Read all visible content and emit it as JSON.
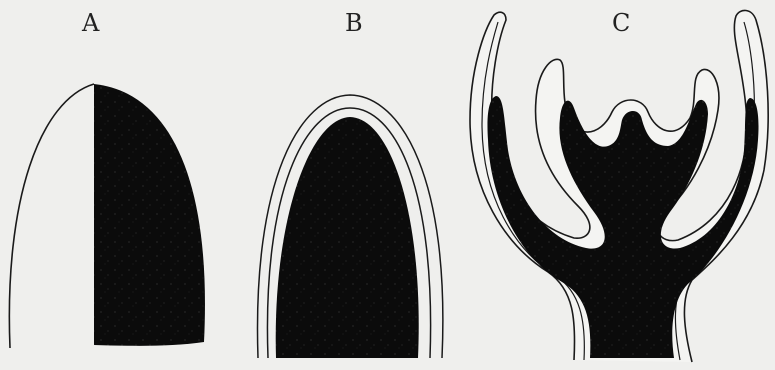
{
  "panels": [
    {
      "label": "A"
    },
    {
      "label": "B"
    },
    {
      "label": "C"
    }
  ],
  "colors": {
    "background": "#efefed",
    "ink": "#0b0b0b",
    "outline": "#1a1a1a"
  }
}
